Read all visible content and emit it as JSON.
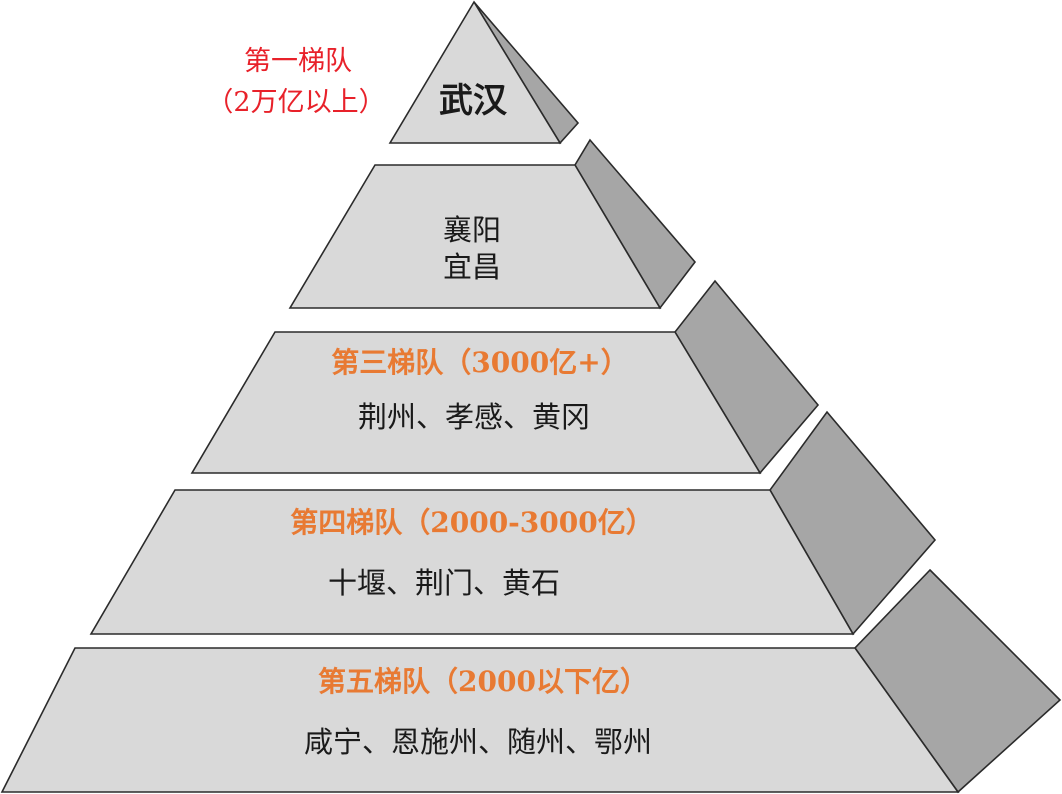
{
  "colors": {
    "front_face": "#d9d9d9",
    "side_face": "#a6a6a6",
    "outline": "#2b2b2b",
    "tier_label_orange": "#e87a33",
    "tier_label_red": "#e8212a",
    "text_dark": "#1a1a1a"
  },
  "tier1": {
    "label_line1": "第一梯队",
    "label_line2": "（2万亿以上）",
    "city": "武汉"
  },
  "tier2": {
    "cities_line1": "襄阳",
    "cities_line2": "宜昌"
  },
  "tier3": {
    "label": "第三梯队（3000亿+）",
    "cities": "荆州、孝感、黄冈"
  },
  "tier4": {
    "label": "第四梯队（2000-3000亿）",
    "cities": "十堰、荆门、黄石"
  },
  "tier5": {
    "label": "第五梯队（2000以下亿）",
    "cities": "咸宁、恩施州、随州、鄂州"
  }
}
